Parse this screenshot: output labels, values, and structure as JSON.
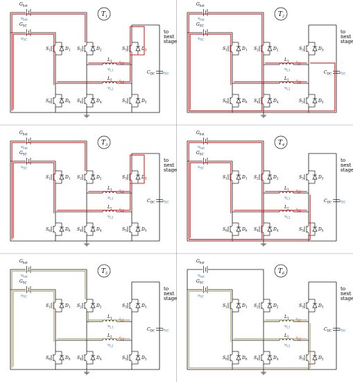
{
  "labels": {
    "G_bat": "G",
    "G_bat_sub": "bat",
    "V_bat": "v",
    "V_bat_sub": "bat",
    "G_SC": "G",
    "G_SC_sub": "SC",
    "V_SC": "v",
    "V_SC_sub": "SC",
    "L1": "L",
    "L1_sub": "1",
    "L2": "L",
    "L2_sub": "2",
    "vL1": "v",
    "vL1_sub": "L1",
    "vL2": "v",
    "vL2_sub": "L2",
    "iL1": "i",
    "iL1_sub": "L1",
    "iL2": "i",
    "iL2_sub": "L2",
    "CDC": "C",
    "CDC_sub": "DC",
    "vDC": "v",
    "vDC_sub": "DC",
    "next_stage": [
      "to",
      "next",
      "stage"
    ],
    "S1": "S",
    "S1_sub": "1",
    "D1": "D",
    "D1_sub": "1",
    "S2": "S",
    "S2_sub": "2",
    "D2": "D",
    "D2_sub": "2",
    "S3": "S",
    "S3_sub": "3",
    "D3": "D",
    "D3_sub": "3",
    "S4": "S",
    "S4_sub": "4",
    "D4": "D",
    "D4_sub": "4",
    "S5": "S",
    "S5_sub": "5",
    "D5": "D",
    "D5_sub": "5",
    "S6": "S",
    "S6_sub": "6",
    "D6": "D",
    "D6_sub": "6"
  },
  "panels": [
    {
      "tag": "T",
      "tag_sub": "1",
      "highlight": "red",
      "paths": [
        "bat_loop",
        "sc_loop",
        "L1_up",
        "L2_up",
        "S3_loop"
      ]
    },
    {
      "tag": "T",
      "tag_sub": "2",
      "highlight": "red",
      "paths": [
        "bat_loop_full",
        "sc_loop",
        "L1_up",
        "L2_up",
        "out_bus"
      ]
    },
    {
      "tag": "T",
      "tag_sub": "3",
      "highlight": "red",
      "paths": [
        "bat_loop",
        "sc_loop",
        "L1_up",
        "L2_up",
        "S3_loop"
      ]
    },
    {
      "tag": "T",
      "tag_sub": "4",
      "highlight": "red",
      "paths": [
        "bat_loop_full",
        "sc_loop",
        "L1_up",
        "L2_up",
        "D2_down"
      ]
    },
    {
      "tag": "T",
      "tag_sub": "5",
      "highlight": "olive",
      "paths": [
        "bat_loop",
        "sc_loop",
        "L1_up",
        "L2_up",
        "S4_loop"
      ]
    },
    {
      "tag": "T",
      "tag_sub": "6",
      "highlight": "olive",
      "paths": [
        "sc_loop_only",
        "L1_up",
        "L2_up",
        "D2_down"
      ]
    }
  ],
  "colors": {
    "wire": "#111111",
    "red_path": "#e02020",
    "olive_path": "#a89c5c",
    "blue_label": "#2a6fb5",
    "red_label": "#d11111",
    "divider": "#999999"
  }
}
